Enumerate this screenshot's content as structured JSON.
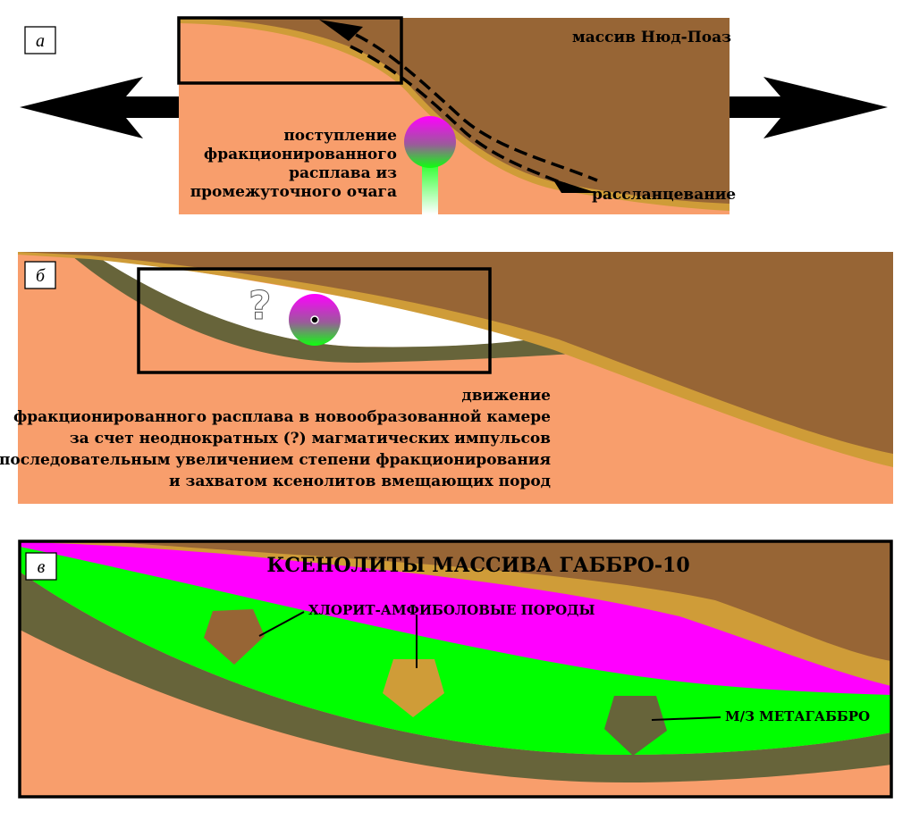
{
  "panel_a": {
    "letter": "а",
    "massif_label": "массив Нюд-Поаз",
    "inflow_lines": [
      "поступление",
      "фракционированного",
      "расплава из",
      "промежуточного очага"
    ],
    "schistosity_label": "рассланцевание"
  },
  "panel_b": {
    "letter": "б",
    "question": "?",
    "caption_lines": [
      "движение",
      "фракционированного расплава в новообразованной камере",
      "за счет неоднократных (?) магматических импульсов",
      "с последовательным увеличением степени фракционирования",
      "и захватом ксенолитов вмещающих пород"
    ]
  },
  "panel_c": {
    "letter": "в",
    "title": "КСЕНОЛИТЫ МАССИВА ГАББРО-10",
    "label_chlorite": "ХЛОРИТ-АМФИБОЛОВЫЕ ПОРОДЫ",
    "label_metagabbro": "М/З МЕТАГАББРО"
  },
  "colors": {
    "host_salmon": "#f89e6c",
    "massif_brown": "#976535",
    "ochre_band": "#cf9c38",
    "olive_band": "#67643a",
    "melt_magenta": "#ff00ff",
    "melt_green": "#00ff00"
  }
}
